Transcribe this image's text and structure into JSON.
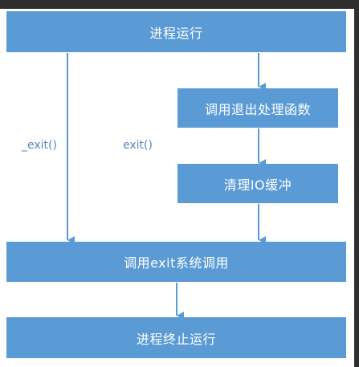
{
  "diagram": {
    "boxes": {
      "process_running": "进程运行",
      "call_exit_handlers": "调用退出处理函数",
      "flush_io_buffers": "清理IO缓冲",
      "call_exit_syscall": "调用exit系统调用",
      "process_terminated": "进程终止运行"
    },
    "edge_labels": {
      "underscore_exit": "_exit()",
      "exit": "exit()"
    },
    "colors": {
      "box_fill": "#5b9bd5",
      "box_text": "#ffffff",
      "arrow": "#5b9bd5",
      "label_text": "#5b86c4"
    }
  }
}
